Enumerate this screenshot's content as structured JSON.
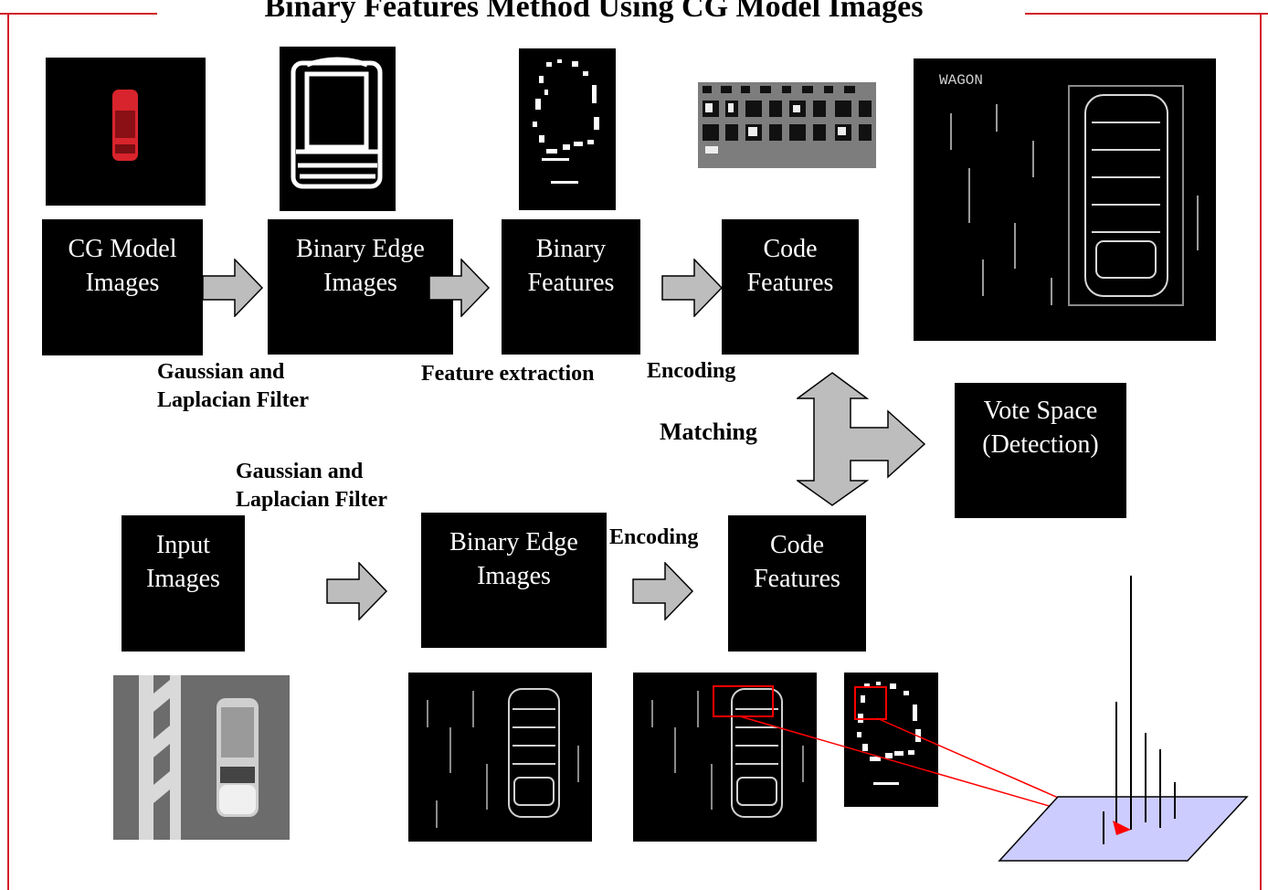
{
  "title": "Binary Features Method Using CG Model Images",
  "top_row": {
    "cg_model_images": [
      "CG Model",
      "Images"
    ],
    "binary_edge_images": [
      "Binary Edge",
      "Images"
    ],
    "binary_features": [
      "Binary",
      "Features"
    ],
    "code_features": [
      "Code",
      "Features"
    ]
  },
  "top_labels": {
    "filter": [
      "Gaussian and",
      "Laplacian Filter"
    ],
    "feature_extraction": "Feature extraction",
    "encoding": "Encoding"
  },
  "matching_label": "Matching",
  "vote_space": [
    "Vote Space",
    "(Detection)"
  ],
  "bottom_row": {
    "input_images": [
      "Input",
      "Images"
    ],
    "binary_edge_images": [
      "Binary Edge",
      "Images"
    ],
    "code_features": [
      "Code",
      "Features"
    ]
  },
  "bottom_labels": {
    "filter": [
      "Gaussian and",
      "Laplacian Filter"
    ],
    "encoding": "Encoding"
  },
  "thumbnail_text": {
    "wagon_label": "WAGON"
  },
  "colors": {
    "frame": "#d21f2a",
    "arrow_fill": "#bdbdbd",
    "vote_plane": "#ccccff",
    "match_lines": "#ff0000"
  }
}
